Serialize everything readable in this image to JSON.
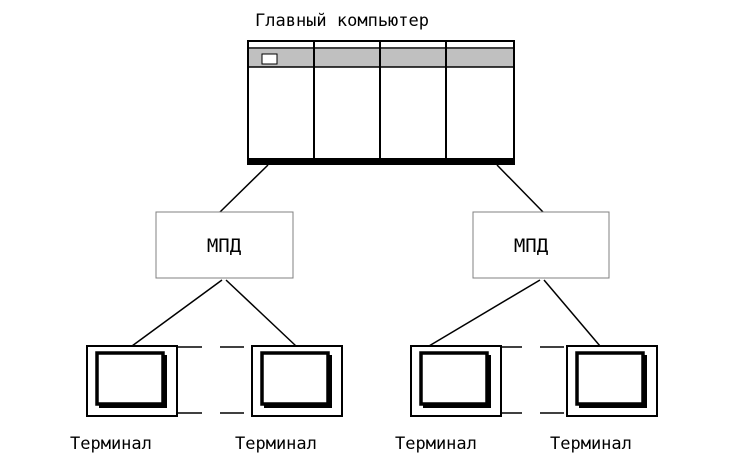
{
  "mainframe": {
    "label": "Главный компьютер"
  },
  "mpd": [
    {
      "label": "МПД"
    },
    {
      "label": "МПД"
    }
  ],
  "terminals": [
    {
      "label": "Терминал"
    },
    {
      "label": "Терминал"
    },
    {
      "label": "Терминал"
    },
    {
      "label": "Терминал"
    }
  ],
  "colors": {
    "line": "#000000",
    "panel": "#c0c0c0",
    "box_border": "#808080",
    "background": "#ffffff"
  }
}
